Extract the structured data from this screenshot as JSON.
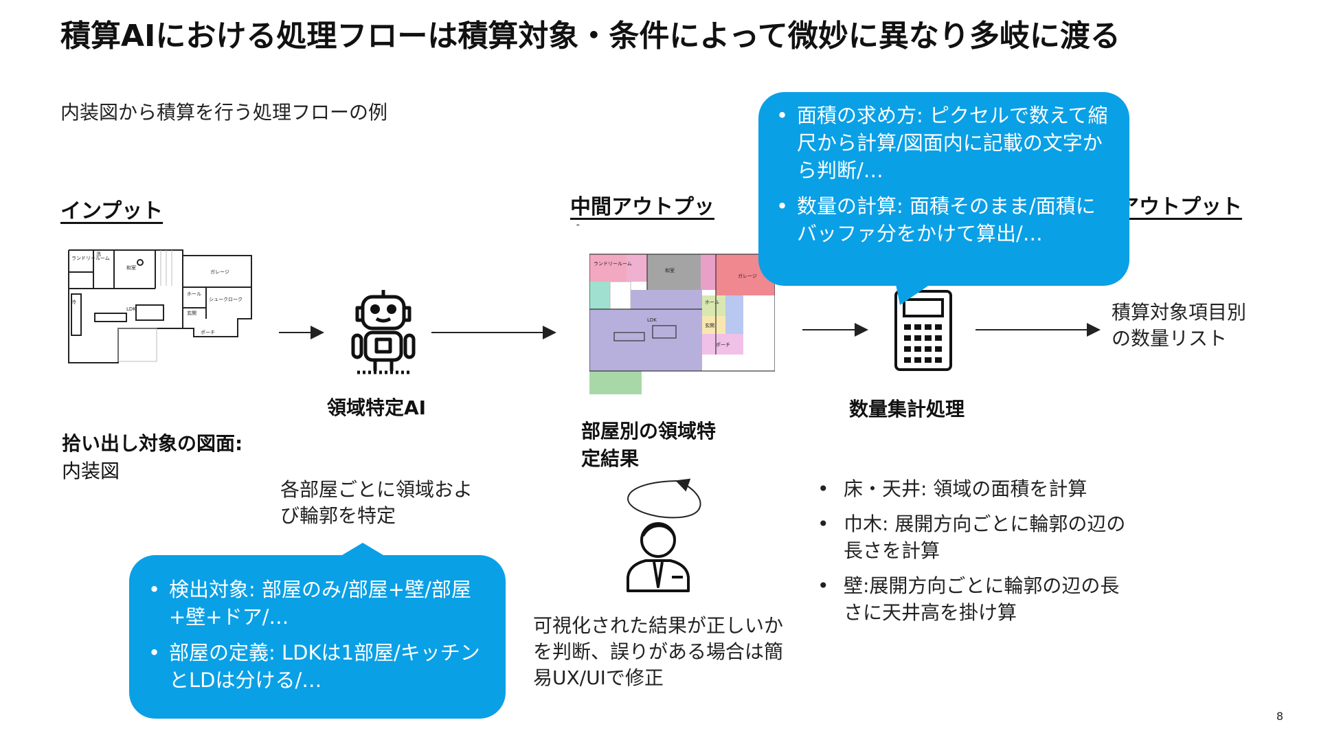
{
  "title": "積算AIにおける処理フローは積算対象・条件によって微妙に異なり多岐に渡る",
  "subtitle": "内装図から積算を行う処理フローの例",
  "sections": {
    "input": "インプット",
    "middle": "中間アウトプット",
    "final": "最終アウトプット"
  },
  "input_desc": {
    "bold": "拾い出し対象の図面:",
    "normal": "内装図"
  },
  "ai_label": "領域特定AI",
  "ai_desc": "各部屋ごとに領域および輪郭を特定",
  "ai_bubble": [
    "検出対象: 部屋のみ/部屋+壁/部屋+壁+ドア/…",
    "部屋の定義: LDKは1部屋/キッチンとLDは分ける/…"
  ],
  "middle_label": "部屋別の領域特定結果",
  "human_desc": "可視化された結果が正しいかを判断、誤りがある場合は簡易UX/UIで修正",
  "calc_label": "数量集計処理",
  "calc_bubble": [
    "面積の求め方: ピクセルで数えて縮尺から計算/図面内に記載の文字から判断/…",
    "数量の計算: 面積そのまま/面積にバッファ分をかけて算出/…"
  ],
  "calc_list": [
    "床・天井: 領域の面積を計算",
    "巾木: 展開方向ごとに輪郭の辺の長さを計算",
    "壁:展開方向ごとに輪郭の辺の長さに天井高を掛け算"
  ],
  "output_desc": "積算対象項目別の数量リスト",
  "floorplan_labels": {
    "laundry": "ランドリールーム",
    "wash": "洗",
    "japanese": "和室",
    "garage": "ガレージ",
    "hall": "ホール",
    "shoe": "シュークローク",
    "ldk": "LDK",
    "entrance": "玄関",
    "porch": "ポーチ",
    "fridge": "冷"
  },
  "page_number": "8",
  "colors": {
    "accent": "#0aa0e6"
  }
}
